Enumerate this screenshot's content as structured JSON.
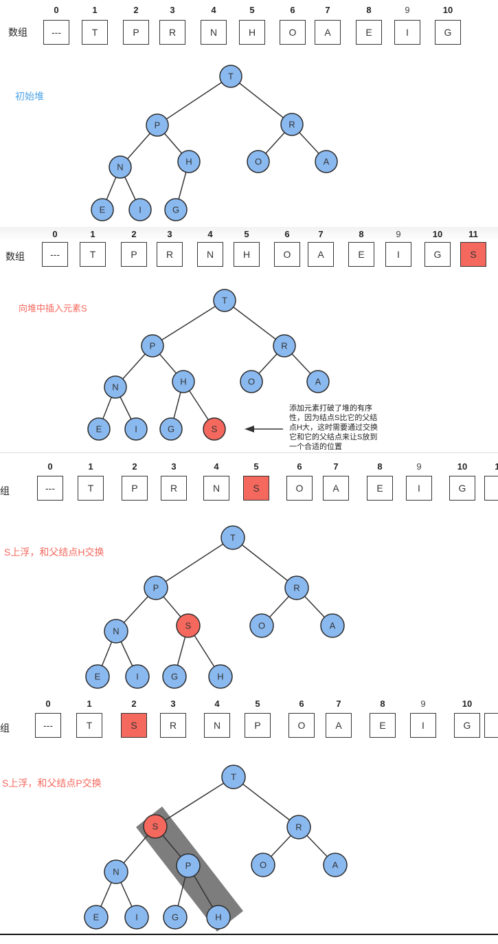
{
  "colors": {
    "node": "#8ab9f0",
    "highlight": "#f4685e",
    "caption_blue": "#4da3e6",
    "caption_red": "#f4685e",
    "band": "#7d7d7d"
  },
  "array_label": "数组",
  "panels": [
    {
      "caption": "初始堆",
      "caption_color": "blue",
      "indices": [
        "0",
        "1",
        "2",
        "3",
        "4",
        "5",
        "6",
        "7",
        "8",
        "9",
        "10"
      ],
      "cells": [
        "---",
        "T",
        "P",
        "R",
        "N",
        "H",
        "O",
        "A",
        "E",
        "I",
        "G"
      ],
      "highlight_cell": -1,
      "tree": [
        "T",
        "P",
        "R",
        "N",
        "H",
        "O",
        "A",
        "E",
        "I",
        "G"
      ],
      "highlight_node": -1
    },
    {
      "caption": "向堆中插入元素S",
      "caption_color": "red",
      "indices": [
        "0",
        "1",
        "2",
        "3",
        "4",
        "5",
        "6",
        "7",
        "8",
        "9",
        "10",
        "11"
      ],
      "cells": [
        "---",
        "T",
        "P",
        "R",
        "N",
        "H",
        "O",
        "A",
        "E",
        "I",
        "G",
        "S"
      ],
      "highlight_cell": 11,
      "tree": [
        "T",
        "P",
        "R",
        "N",
        "H",
        "O",
        "A",
        "E",
        "I",
        "G",
        "S"
      ],
      "highlight_node": 10,
      "note": "添加元素打破了堆的有序\n性，因为结点S比它的父结\n点H大，这时需要通过交换\n它和它的父结点来让S放到\n一个合适的位置"
    },
    {
      "caption": "S上浮，和父结点H交换",
      "caption_color": "red",
      "indices": [
        "0",
        "1",
        "2",
        "3",
        "4",
        "5",
        "6",
        "7",
        "8",
        "9",
        "10",
        "1"
      ],
      "cells": [
        "---",
        "T",
        "P",
        "R",
        "N",
        "S",
        "O",
        "A",
        "E",
        "I",
        "G",
        ""
      ],
      "highlight_cell": 5,
      "tree": [
        "T",
        "P",
        "R",
        "N",
        "S",
        "O",
        "A",
        "E",
        "I",
        "G",
        "H"
      ],
      "highlight_node": 4
    },
    {
      "caption": "S上浮，和父结点P交换",
      "caption_color": "red",
      "indices": [
        "0",
        "1",
        "2",
        "3",
        "4",
        "5",
        "6",
        "7",
        "8",
        "9",
        "10"
      ],
      "cells": [
        "---",
        "T",
        "S",
        "R",
        "N",
        "P",
        "O",
        "A",
        "E",
        "I",
        "G",
        ""
      ],
      "highlight_cell": 2,
      "tree": [
        "T",
        "S",
        "R",
        "N",
        "P",
        "O",
        "A",
        "E",
        "I",
        "G",
        "H"
      ],
      "highlight_node": 1
    }
  ]
}
